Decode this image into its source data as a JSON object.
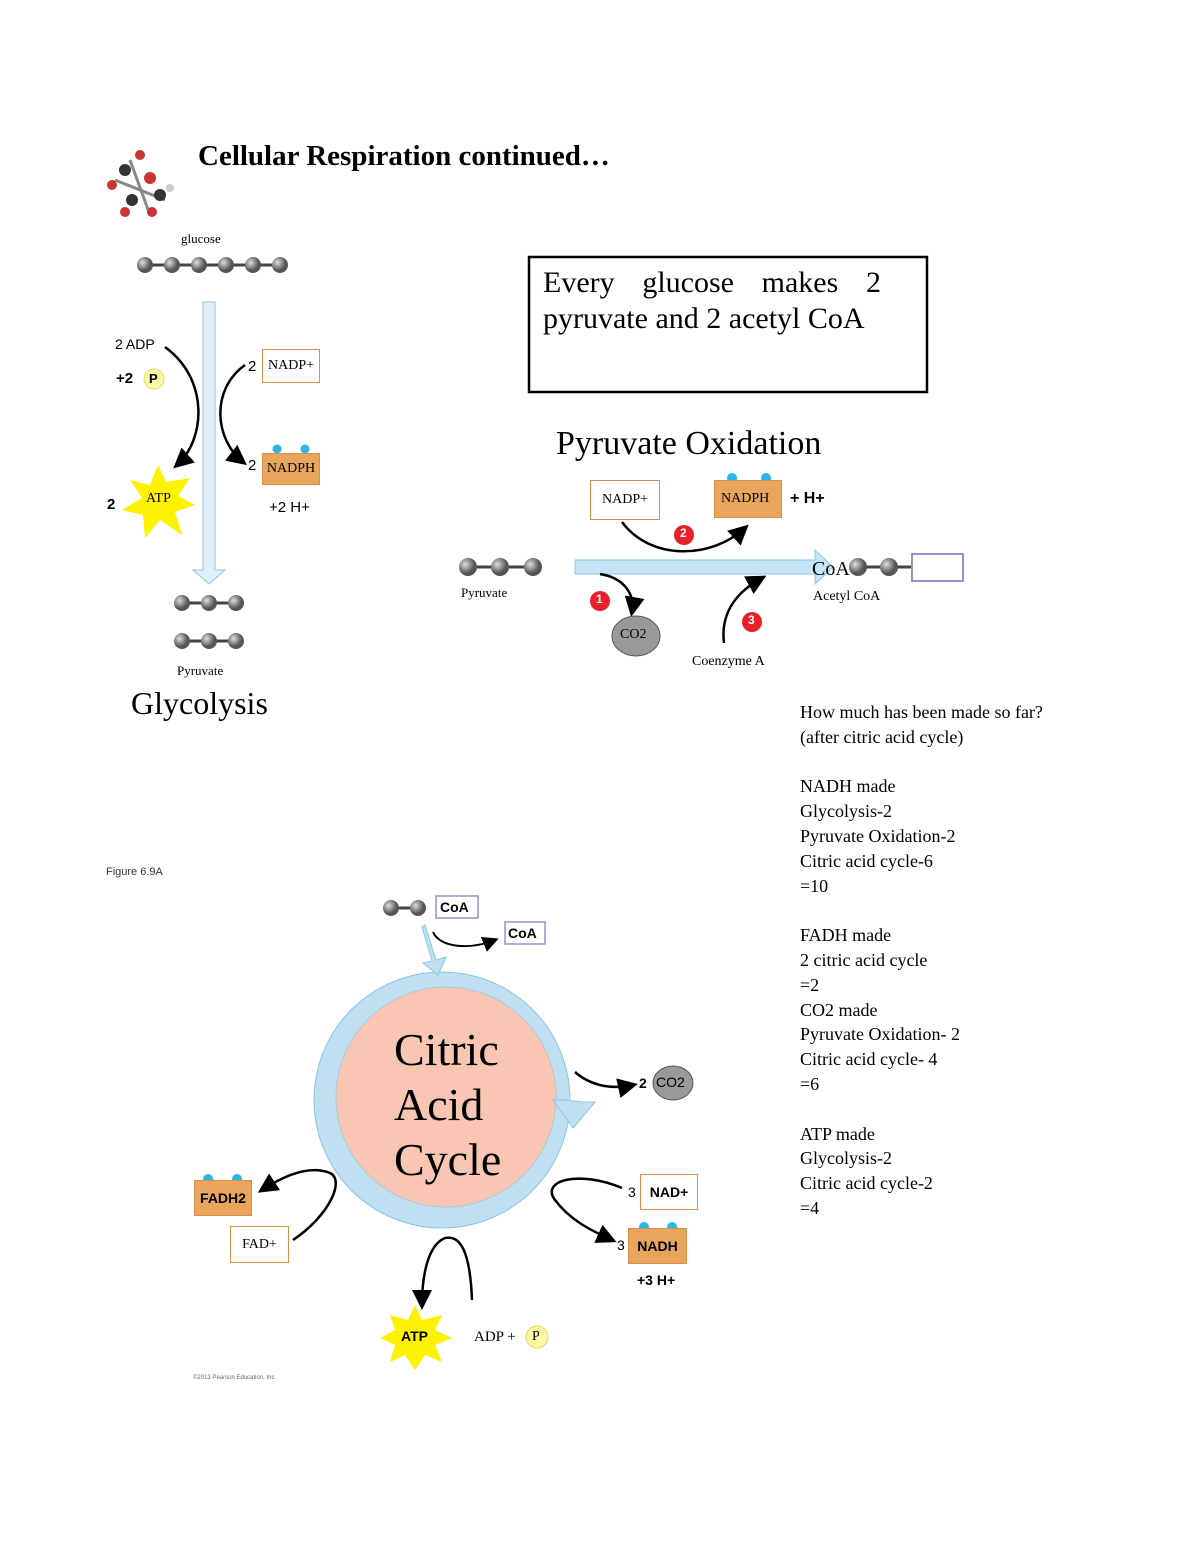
{
  "title": "Cellular Respiration continued…",
  "notes": {
    "lines": [
      "How much has been made so far?",
      "(after citric acid cycle)",
      "",
      "NADH made",
      "Glycolysis-2",
      "Pyruvate Oxidation-2",
      "Citric acid cycle-6",
      "=10",
      "",
      "FADH made",
      "2 citric acid cycle",
      "=2",
      "CO2 made",
      "Pyruvate Oxidation- 2",
      "Citric acid cycle- 4",
      "=6",
      "",
      "ATP made",
      "Glycolysis-2",
      "Citric acid cycle-2",
      "=4"
    ]
  },
  "callout": {
    "text": "Every glucose makes 2 pyruvate and 2 acetyl CoA"
  },
  "glycolysis": {
    "glucose": "glucose",
    "adp": "2 ADP",
    "p_prefix": "+2",
    "p": "P",
    "nadp_count": "2",
    "nadp": "NADP+",
    "nadph_count": "2",
    "nadph": "NADPH",
    "h": "+2 H+",
    "atp_count": "2",
    "atp": "ATP",
    "pyruvate": "Pyruvate",
    "heading": "Glycolysis"
  },
  "pyruvate_oxidation": {
    "heading": "Pyruvate Oxidation",
    "nadp": "NADP+",
    "nadph": "NADPH",
    "h": "+ H+",
    "pyruvate": "Pyruvate",
    "co2": "CO2",
    "coa": "CoA",
    "acetyl_coa": "Acetyl CoA",
    "coenzyme_a": "Coenzyme A",
    "steps": [
      "1",
      "2",
      "3"
    ],
    "step_color": "#e8202a"
  },
  "citric_acid_cycle": {
    "figure_label": "Figure 6.9A",
    "coa_in": "CoA",
    "coa_out": "CoA",
    "title_lines": [
      "Citric",
      "Acid",
      "Cycle"
    ],
    "co2_count": "2",
    "co2": "CO2",
    "nad_count": "3",
    "nad": "NAD+",
    "nadh_count": "3",
    "nadh": "NADH",
    "h": "+3 H+",
    "fadh2": "FADH2",
    "fad": "FAD+",
    "atp": "ATP",
    "adp": "ADP +",
    "p": "P",
    "copyright": "©2013 Pearson Education, Inc.",
    "colors": {
      "ring": "#bfe0f0",
      "core": "#f8c6b2"
    }
  },
  "colors": {
    "carrier_filled": "#e8a55c",
    "carrier_border": "#d9904a",
    "electron": "#29b6e8",
    "atp_star": "#fff200",
    "arrow_blue": "#c6e4f3"
  }
}
